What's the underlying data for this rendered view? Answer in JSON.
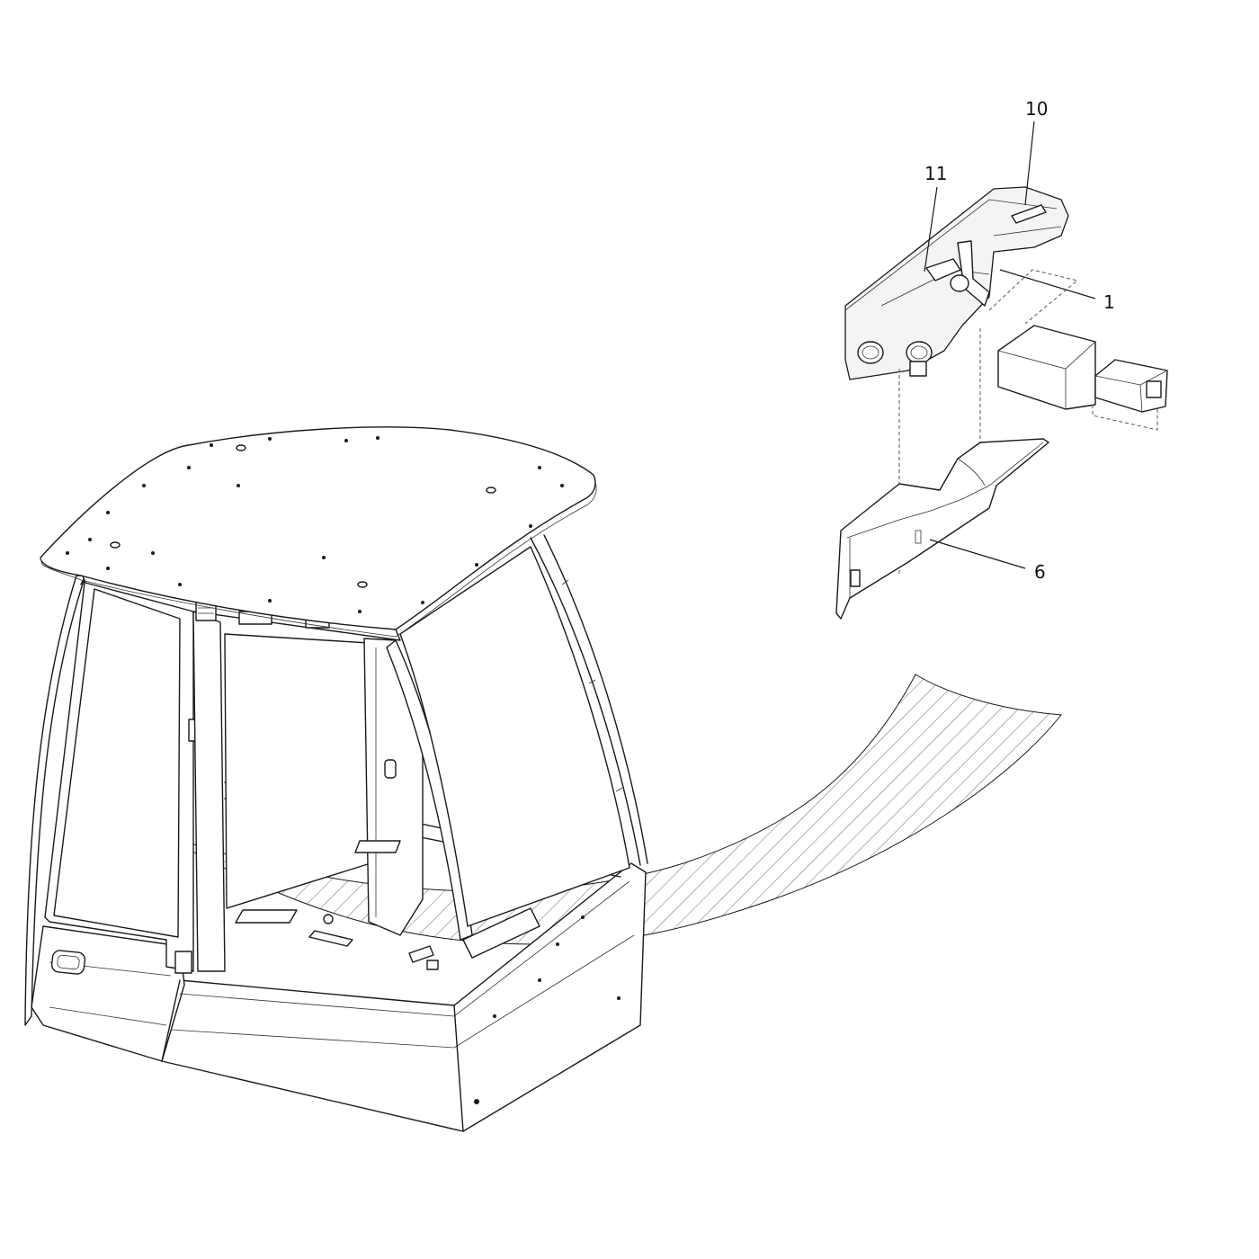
{
  "callouts": [
    {
      "id": "c10",
      "label": "10"
    },
    {
      "id": "c11",
      "label": "11"
    },
    {
      "id": "c1",
      "label": "1"
    },
    {
      "id": "c6",
      "label": "6"
    }
  ]
}
